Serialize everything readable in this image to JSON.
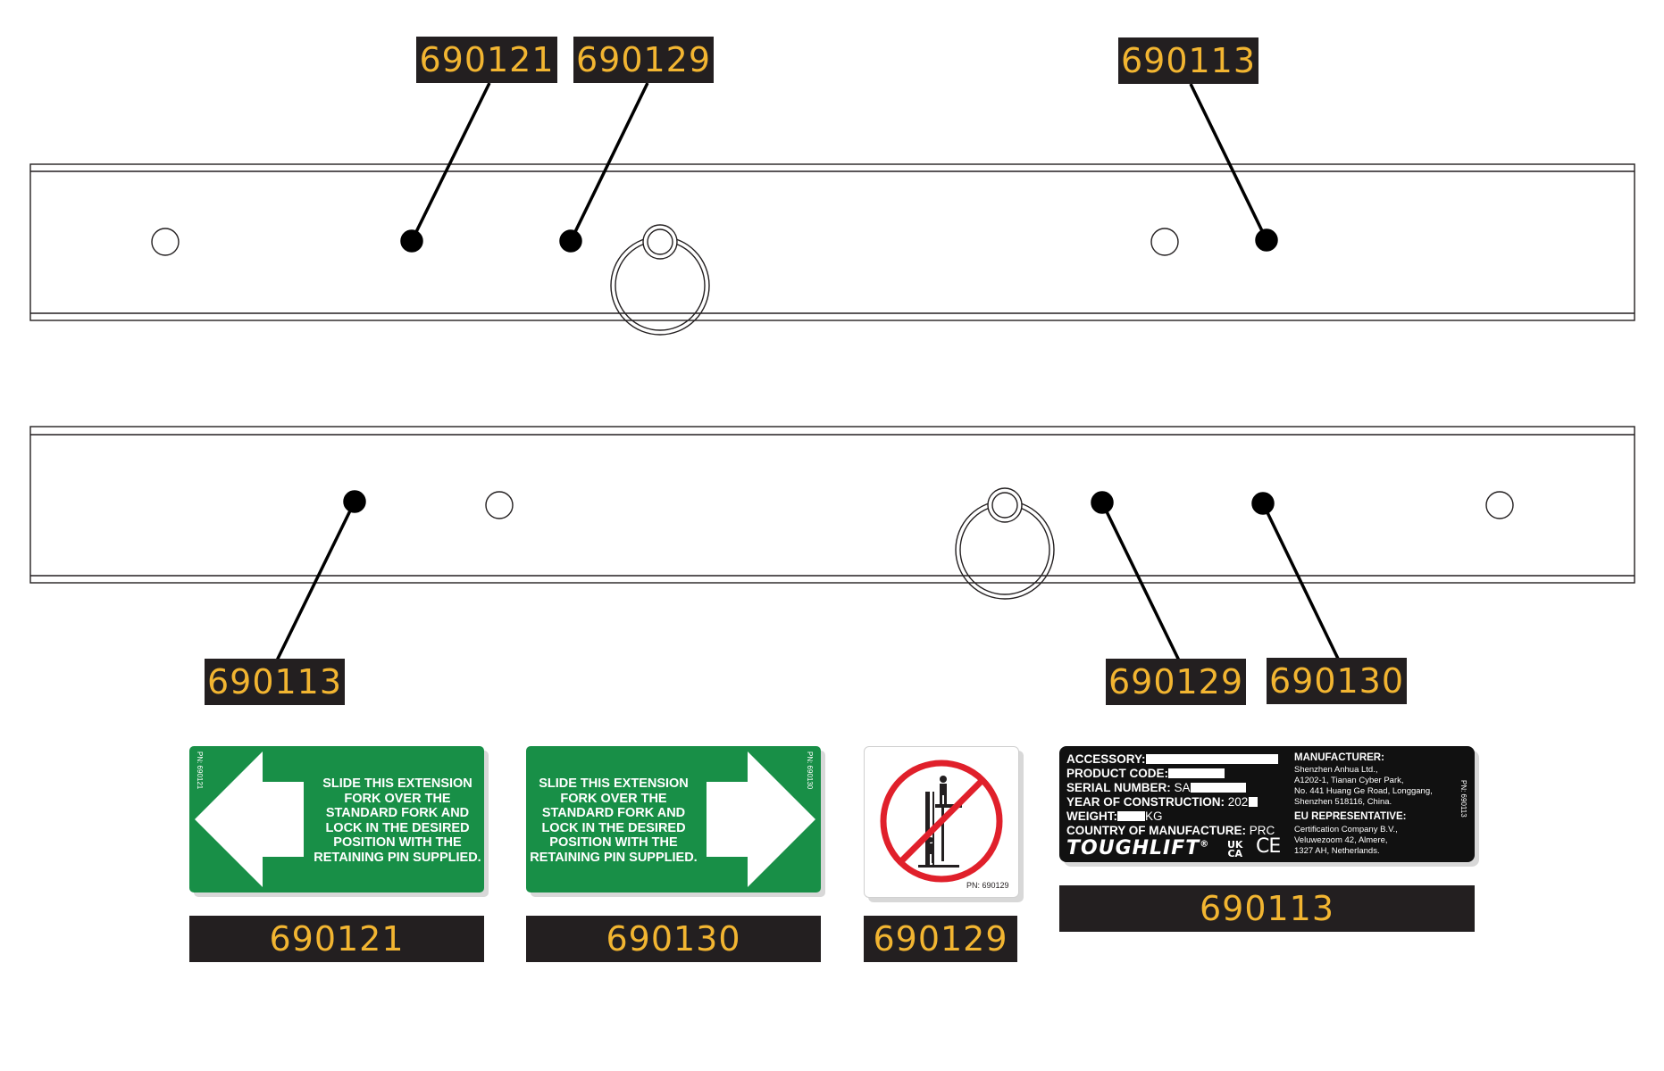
{
  "callouts": {
    "top_690121": "690121",
    "top_690129": "690129",
    "top_690113": "690113",
    "bottom_690113": "690113",
    "bottom_690129": "690129",
    "bottom_690130": "690130"
  },
  "decals": {
    "d690121": {
      "part_number": "690121",
      "pn_text": "PN: 690121",
      "message": "SLIDE THIS EXTENSION\nFORK OVER THE\nSTANDARD FORK AND\nLOCK IN THE DESIRED\nPOSITION WITH THE\nRETAINING PIN SUPPLIED."
    },
    "d690130": {
      "part_number": "690130",
      "pn_text": "PN: 690130",
      "message": "SLIDE THIS EXTENSION\nFORK OVER THE\nSTANDARD FORK AND\nLOCK IN THE DESIRED\nPOSITION WITH THE\nRETAINING PIN SUPPLIED."
    },
    "d690129": {
      "part_number": "690129",
      "pn_text": "PN: 690129"
    },
    "d690113": {
      "part_number": "690113",
      "pn_text": "PN: 690113",
      "accessory": "ACCESSORY:",
      "product_code": "PRODUCT CODE:",
      "serial_number": "SERIAL NUMBER:",
      "serial_prefix": "SA",
      "year": "YEAR OF CONSTRUCTION:",
      "year_value": "202",
      "weight": "WEIGHT:",
      "weight_unit": "KG",
      "country": "COUNTRY OF MANUFACTURE:",
      "country_value": "PRC",
      "brand": "TOUGHLIFT",
      "brand_mark": "®",
      "ukca_top": "UK",
      "ukca_bottom": "CA",
      "ce": "CE",
      "manufacturer_head": "MANUFACTURER:",
      "manufacturer": "Shenzhen Anhua Ltd.,\nA1202-1, Tianan Cyber Park,\nNo. 441 Huang Ge Road, Longgang,\nShenzhen 518116, China.",
      "eu_head": "EU REPRESENTATIVE:",
      "eu_rep": "Certification Company B.V.,\nVeluwezoom 42, Almere,\n1327 AH, Netherlands."
    }
  },
  "colors": {
    "label_bg": "#231f20",
    "label_text": "#f2b531",
    "decal_green": "#188f47",
    "prohibition_red": "#e0202b"
  }
}
